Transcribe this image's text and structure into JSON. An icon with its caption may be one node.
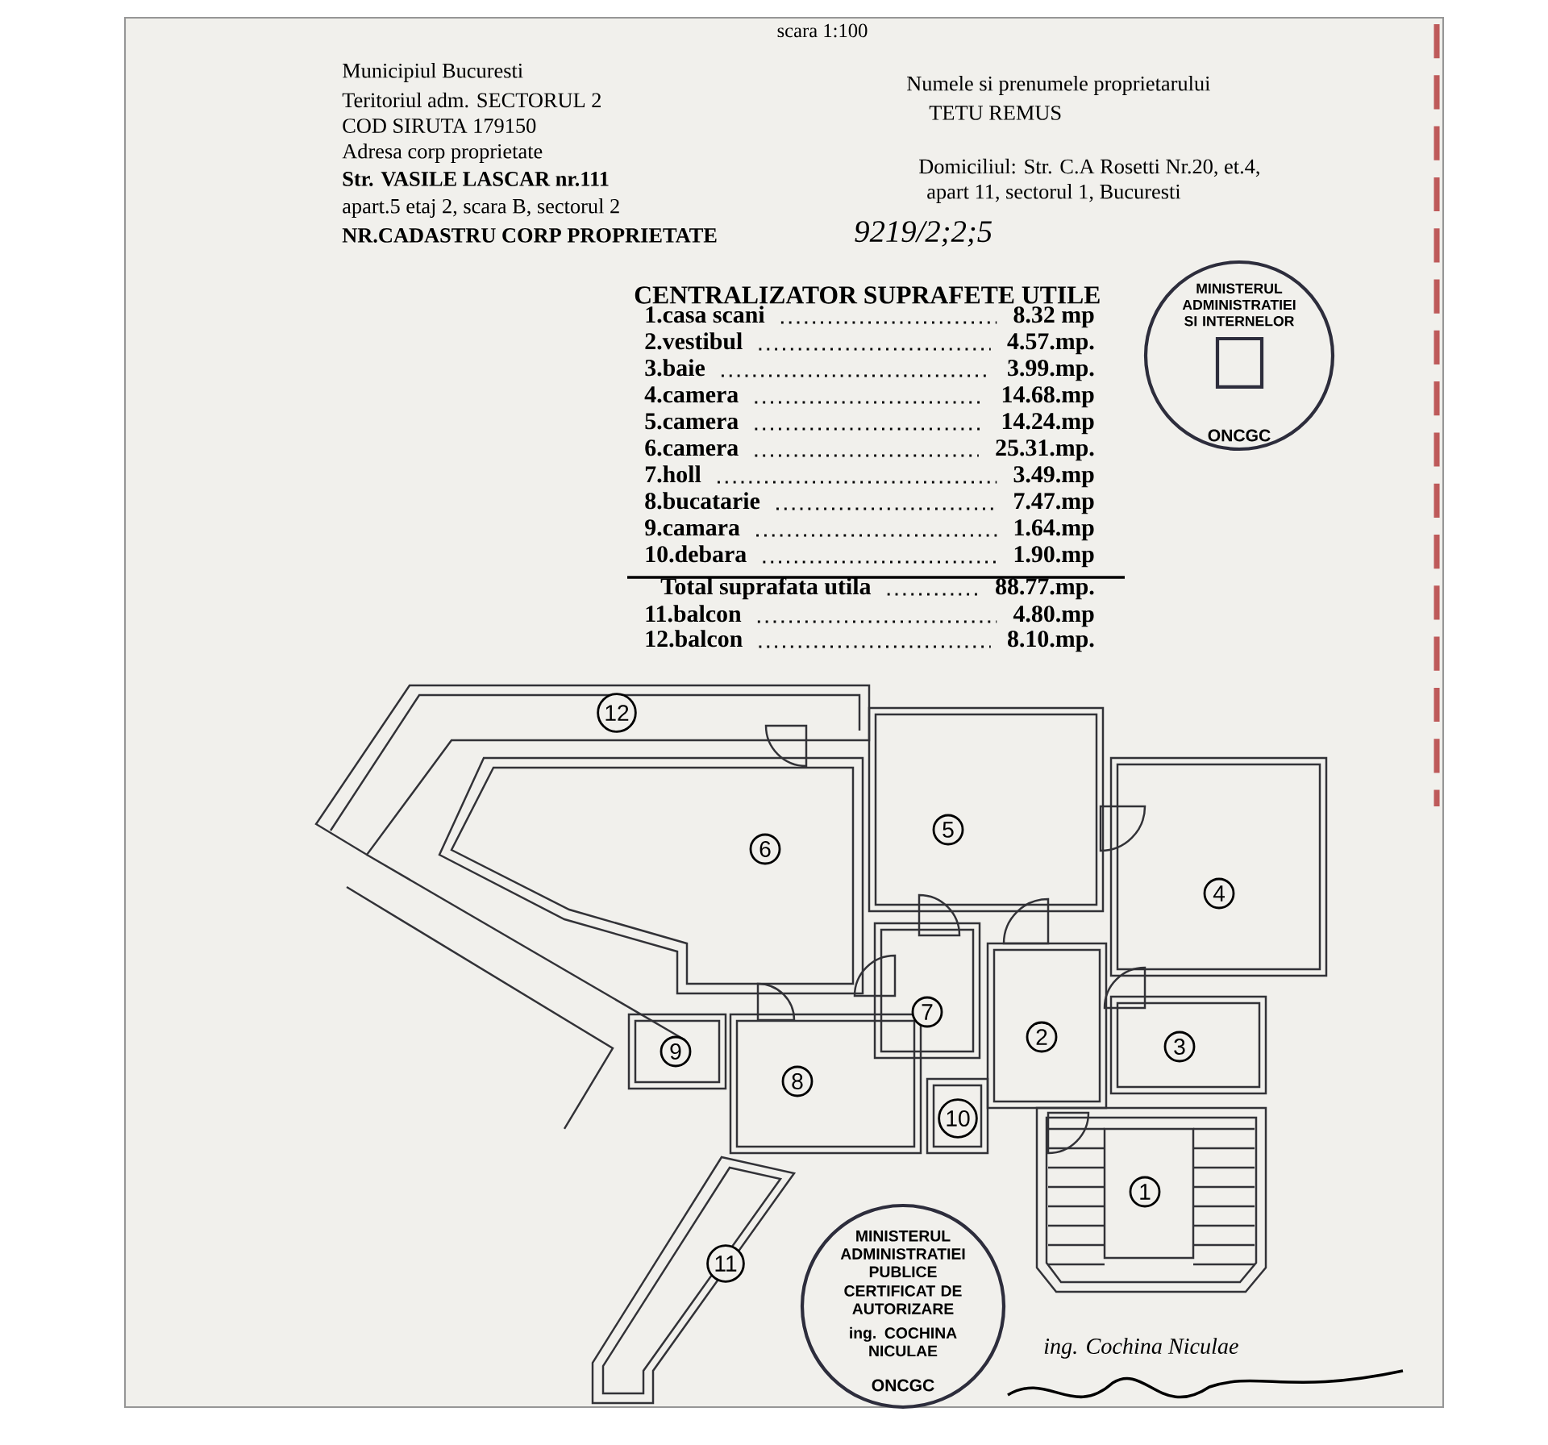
{
  "diagram": {
    "nodes": [
      {
        "text": [
          "12"
        ]
      },
      {
        "text": [
          "6"
        ]
      },
      {
        "text": [
          "5"
        ]
      },
      {
        "text": [
          "4"
        ]
      },
      {
        "text": [
          "7"
        ]
      },
      {
        "text": [
          "2"
        ]
      },
      {
        "text": [
          "3"
        ]
      },
      {
        "text": [
          "9"
        ]
      },
      {
        "text": [
          "8"
        ]
      },
      {
        "text": [
          "10"
        ]
      },
      {
        "text": [
          "1"
        ]
      },
      {
        "text": [
          "11"
        ]
      }
    ],
    "edges": [],
    "labels": [
      "scara 1:100",
      "Municipiul Bucuresti",
      "Teritoriul adm. SECTORUL 2",
      "COD SIRUTA 179150",
      "Adresa corp proprietate",
      "Str. VASILE LASCAR nr.111",
      "apart.5 etaj 2, scara B, sectorul 2",
      "NR.CADASTRU CORP PROPRIETATE",
      "9219/2;2;5",
      "Numele si prenumele proprietarului",
      "TETU REMUS",
      "Domiciliul: Str. C.A Rosetti Nr.20, et.4,",
      "apart 11, sectorul 1, Bucuresti",
      "CENTRALIZATOR SUPRAFETE UTILE",
      "1.casa scani",
      "8.32 mp",
      "2.vestibul",
      "4.57.mp.",
      "3.baie",
      "3.99.mp.",
      "4.camera",
      "14.68.mp",
      "5.camera",
      "14.24.mp",
      "6.camera",
      "25.31.mp.",
      "7.holl",
      "3.49.mp",
      "8.bucatarie",
      "7.47.mp",
      "9.camara",
      "1.64.mp",
      "10.debara",
      "1.90.mp",
      "Total suprafata utila",
      "88.77.mp.",
      "11.balcon",
      "4.80.mp",
      "12.balcon",
      "8.10.mp.",
      "MINISTERUL ADMINISTRATIEI SI INTERNELOR",
      "ONCGC",
      "MINISTERUL ADMINISTRATIEI PUBLICE",
      "CERTIFICAT DE AUTORIZARE",
      "ing. COCHINA NICULAE",
      "ONCGC",
      "ing. Cochina Niculae"
    ]
  }
}
